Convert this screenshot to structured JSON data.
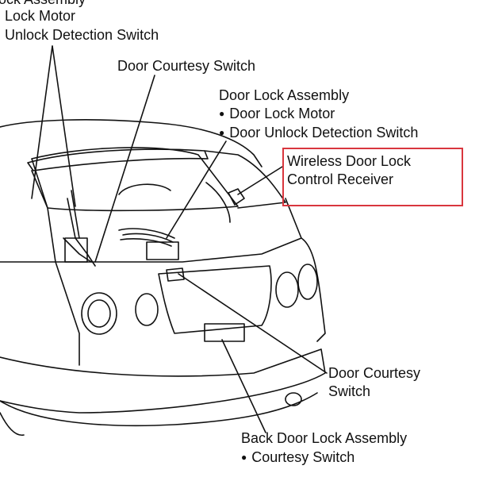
{
  "labels": {
    "top_left_line1": "ock Assembly",
    "top_left_line2": "Lock Motor",
    "top_left_line3": "Unlock Detection Switch",
    "door_courtesy_switch_top": "Door Courtesy Switch",
    "door_lock_assembly_title": "Door Lock Assembly",
    "door_lock_assembly_item1": "Door Lock Motor",
    "door_lock_assembly_item2": "Door Unlock Detection Switch",
    "receiver_line1": "Wireless Door Lock",
    "receiver_line2": "Control Receiver",
    "door_courtesy_line1": "Door Courtesy",
    "door_courtesy_line2": "Switch",
    "back_door_title": "Back Door Lock Assembly",
    "back_door_item1": "Courtesy Switch"
  },
  "colors": {
    "line": "#111111",
    "highlight": "#d9363e",
    "background": "#ffffff"
  }
}
